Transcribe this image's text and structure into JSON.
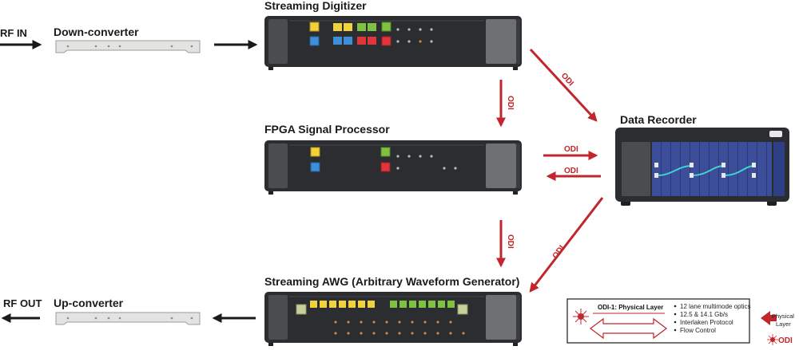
{
  "labels": {
    "rf_in": "RF IN",
    "rf_out": "RF OUT",
    "down_converter": "Down-converter",
    "up_converter": "Up-converter",
    "streaming_digitizer": "Streaming Digitizer",
    "fpga_processor": "FPGA Signal Processor",
    "streaming_awg": "Streaming AWG (Arbitrary Waveform Generator)",
    "data_recorder": "Data Recorder"
  },
  "links": {
    "odi_1": "ODI",
    "odi_2": "ODI",
    "odi_3": "ODI",
    "odi_4": "ODI",
    "odi_5": "ODI",
    "odi_6": "ODI"
  },
  "legend": {
    "title": "ODI-1: Physical Layer",
    "bullets": [
      "12 lane multimode optics",
      "12.5 & 14.1 Gb/s",
      "Interlaken Protocol",
      "Flow Control"
    ],
    "side_label_1": "Physical",
    "side_label_2": "Layer",
    "logo_text": "ODI"
  },
  "colors": {
    "arrow_black": "#1a1a1a",
    "arrow_red": "#c0262c",
    "chassis": "#2b2d30",
    "panel": "#4a4c50",
    "recorder_blue": "#3c4d9a",
    "port_yellow": "#f2d23a",
    "port_green": "#7fc241",
    "port_blue": "#3e8fd8",
    "port_red": "#e0353a"
  }
}
